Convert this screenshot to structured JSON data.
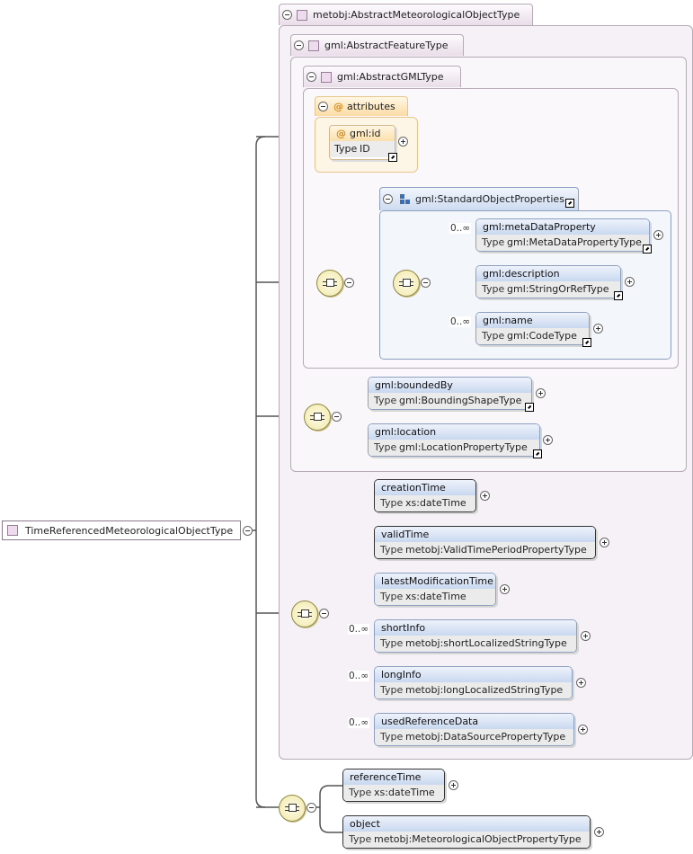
{
  "root": {
    "name": "TimeReferencedMeteorologicalObjectType"
  },
  "base_types": {
    "outer": "metobj:AbstractMeteorologicalObjectType",
    "feature": "gml:AbstractFeatureType",
    "gml": "gml:AbstractGMLType"
  },
  "attributes": {
    "label": "attributes",
    "icon": "@",
    "id": {
      "name": "gml:id",
      "type_label": "Type",
      "type": "ID"
    }
  },
  "group": {
    "name": "gml:StandardObjectProperties",
    "elements": [
      {
        "name": "gml:metaDataProperty",
        "type_label": "Type",
        "type": "gml:MetaDataPropertyType",
        "card": "0..∞"
      },
      {
        "name": "gml:description",
        "type_label": "Type",
        "type": "gml:StringOrRefType",
        "card": ""
      },
      {
        "name": "gml:name",
        "type_label": "Type",
        "type": "gml:CodeType",
        "card": "0..∞"
      }
    ]
  },
  "feature_elements": [
    {
      "name": "gml:boundedBy",
      "type_label": "Type",
      "type": "gml:BoundingShapeType"
    },
    {
      "name": "gml:location",
      "type_label": "Type",
      "type": "gml:LocationPropertyType"
    }
  ],
  "meteo_elements": [
    {
      "name": "creationTime",
      "type_label": "Type",
      "type": "xs:dateTime",
      "card": ""
    },
    {
      "name": "validTime",
      "type_label": "Type",
      "type": "metobj:ValidTimePeriodPropertyType",
      "card": ""
    },
    {
      "name": "latestModificationTime",
      "type_label": "Type",
      "type": "xs:dateTime",
      "card": ""
    },
    {
      "name": "shortInfo",
      "type_label": "Type",
      "type": "metobj:shortLocalizedStringType",
      "card": "0..∞"
    },
    {
      "name": "longInfo",
      "type_label": "Type",
      "type": "metobj:longLocalizedStringType",
      "card": "0..∞"
    },
    {
      "name": "usedReferenceData",
      "type_label": "Type",
      "type": "metobj:DataSourcePropertyType",
      "card": "0..∞"
    }
  ],
  "own_elements": [
    {
      "name": "referenceTime",
      "type_label": "Type",
      "type": "xs:dateTime"
    },
    {
      "name": "object",
      "type_label": "Type",
      "type": "metobj:MeteorologicalObjectPropertyType"
    }
  ]
}
